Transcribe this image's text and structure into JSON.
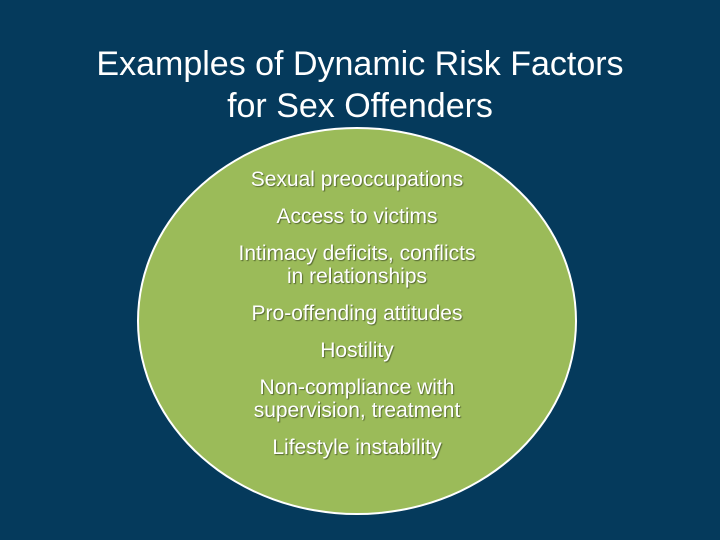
{
  "slide": {
    "title_lines": [
      "Examples of Dynamic Risk Factors",
      "for Sex Offenders"
    ],
    "factors": [
      {
        "lines": [
          "Sexual preoccupations"
        ]
      },
      {
        "lines": [
          "Access to victims"
        ]
      },
      {
        "lines": [
          "Intimacy deficits, conflicts",
          "in relationships"
        ]
      },
      {
        "lines": [
          "Pro-offending attitudes"
        ]
      },
      {
        "lines": [
          "Hostility"
        ]
      },
      {
        "lines": [
          "Non-compliance with",
          "supervision, treatment"
        ]
      },
      {
        "lines": [
          "Lifestyle instability"
        ]
      }
    ]
  },
  "colors": {
    "background": "#053a5c",
    "circle_fill": "#9bbb59",
    "text": "#ffffff"
  }
}
